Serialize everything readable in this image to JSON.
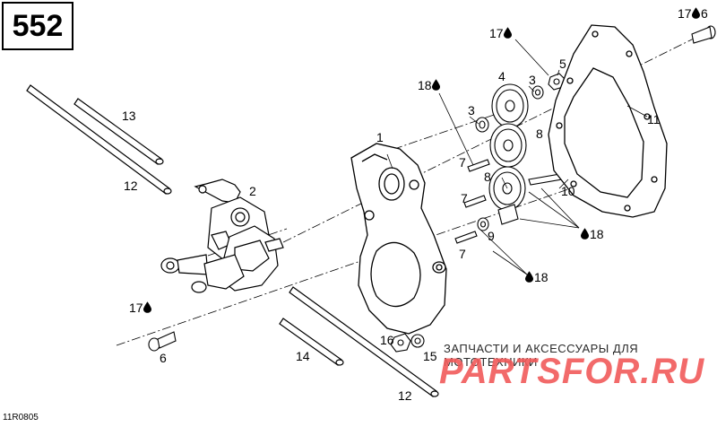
{
  "page_number": "552",
  "reference_code": "11R0805",
  "drop_icon": "oil-drop-icon",
  "watermark": {
    "caption": "ЗАПЧАСТИ И АКСЕССУАРЫ ДЛЯ МОТОТЕХНИКИ",
    "logo_text": "PARTSFOR.RU",
    "logo_color": "#f15a5a"
  },
  "callouts": {
    "c1": "1",
    "c2": "2",
    "c3a": "3",
    "c3b": "3",
    "c4": "4",
    "c5": "5",
    "c6a": "6",
    "c6b": "6",
    "c7a": "7",
    "c7b": "7",
    "c7c": "7",
    "c8a": "8",
    "c8b": "8",
    "c9": "9",
    "c10": "10",
    "c11": "11",
    "c12a": "12",
    "c12b": "12",
    "c13": "13",
    "c14": "14",
    "c15": "15",
    "c16": "16",
    "c17a": "17",
    "c17b": "17",
    "c17c": "17",
    "c18a": "18",
    "c18b": "18",
    "c18c": "18"
  }
}
